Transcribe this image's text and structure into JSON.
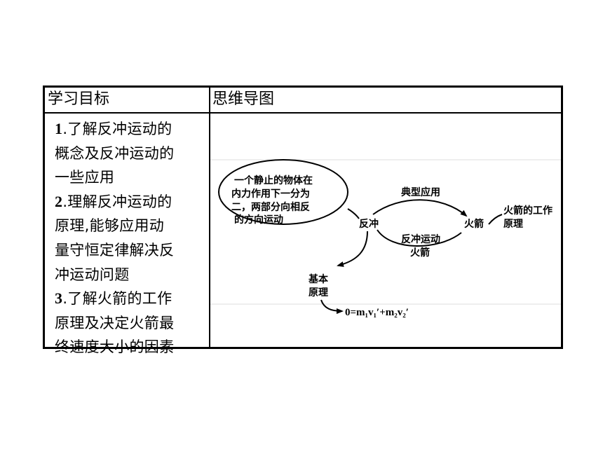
{
  "table": {
    "header_left": "学习目标",
    "header_right": "思维导图",
    "objectives": [
      {
        "num": "1",
        "text": ".了解反冲运动的"
      },
      {
        "num": "",
        "text": "概念及反冲运动的"
      },
      {
        "num": "",
        "text": "一些应用"
      },
      {
        "num": "2",
        "text": ".理解反冲运动的"
      },
      {
        "num": "",
        "text": "原理,能够应用动"
      },
      {
        "num": "",
        "text": "量守恒定律解决反"
      },
      {
        "num": "",
        "text": "冲运动问题"
      },
      {
        "num": "3",
        "text": ".了解火箭的工作"
      },
      {
        "num": "",
        "text": "原理及决定火箭最"
      },
      {
        "num": "",
        "text": "终速度大小的因素"
      }
    ]
  },
  "mindmap": {
    "ellipse_lines": [
      "一个静止的物体在",
      "内力作用下一分为",
      "二，两部分向相反",
      "的方向运动"
    ],
    "center": "反冲",
    "typical_label": "典型应用",
    "rocket": "火箭",
    "lower_label_lines": [
      "反冲运动",
      "火箭"
    ],
    "rocket_principle_lines": [
      "火箭的工作",
      "原理"
    ],
    "basic_lines": [
      "基本",
      "原理"
    ],
    "formula": "0=m₁v₁′+m₂v₂′"
  }
}
